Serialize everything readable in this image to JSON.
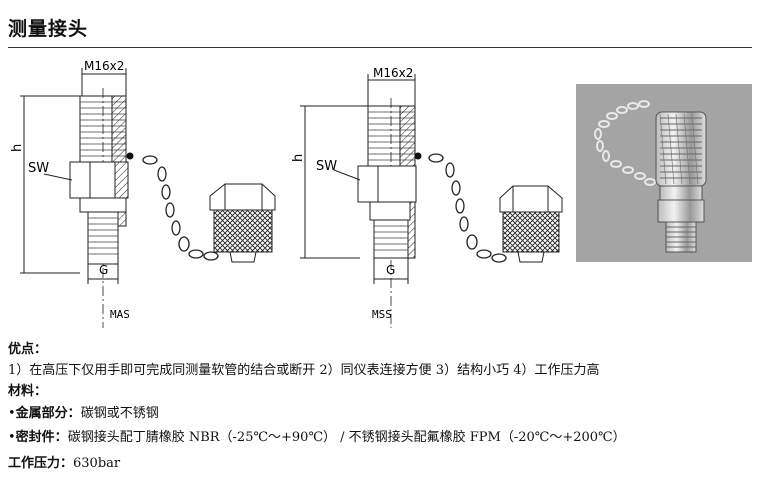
{
  "title": "测量接头",
  "drawing_mas": {
    "thread_label": "M16x2",
    "h_label": "h",
    "sw_label": "SW",
    "g_label": "G",
    "caption": "MAS"
  },
  "drawing_mss": {
    "thread_label": "M16x2",
    "h_label": "h",
    "sw_label": "SW",
    "g_label": "G",
    "caption": "MSS"
  },
  "advantages": {
    "heading": "优点：",
    "text": "1）在高压下仅用手即可完成同测量软管的结合或断开 2）同仪表连接方便 3）结构小巧 4）工作压力高"
  },
  "materials": {
    "heading": "材料：",
    "metal_label": "金属部分：",
    "metal_value": "碳钢或不锈钢",
    "seal_label": "密封件：",
    "seal_value": "碳钢接头配丁腈橡胶 NBR（-25℃～+90℃） /  不锈钢接头配氟橡胶 FPM（-20℃～+200℃）"
  },
  "pressure": {
    "label": "工作压力：",
    "value": "630bar"
  }
}
